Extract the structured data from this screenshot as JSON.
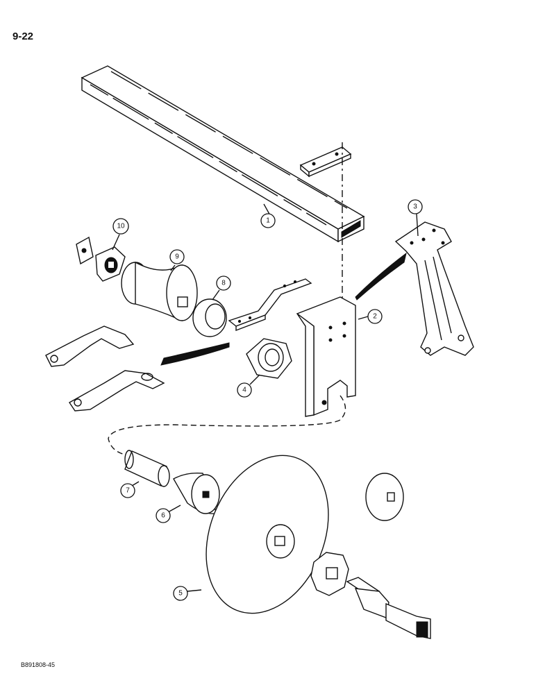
{
  "page_number": "9-22",
  "footer_code": "B891808-45",
  "callouts": [
    "1",
    "2",
    "3",
    "4",
    "5",
    "6",
    "7",
    "8",
    "9",
    "10"
  ]
}
